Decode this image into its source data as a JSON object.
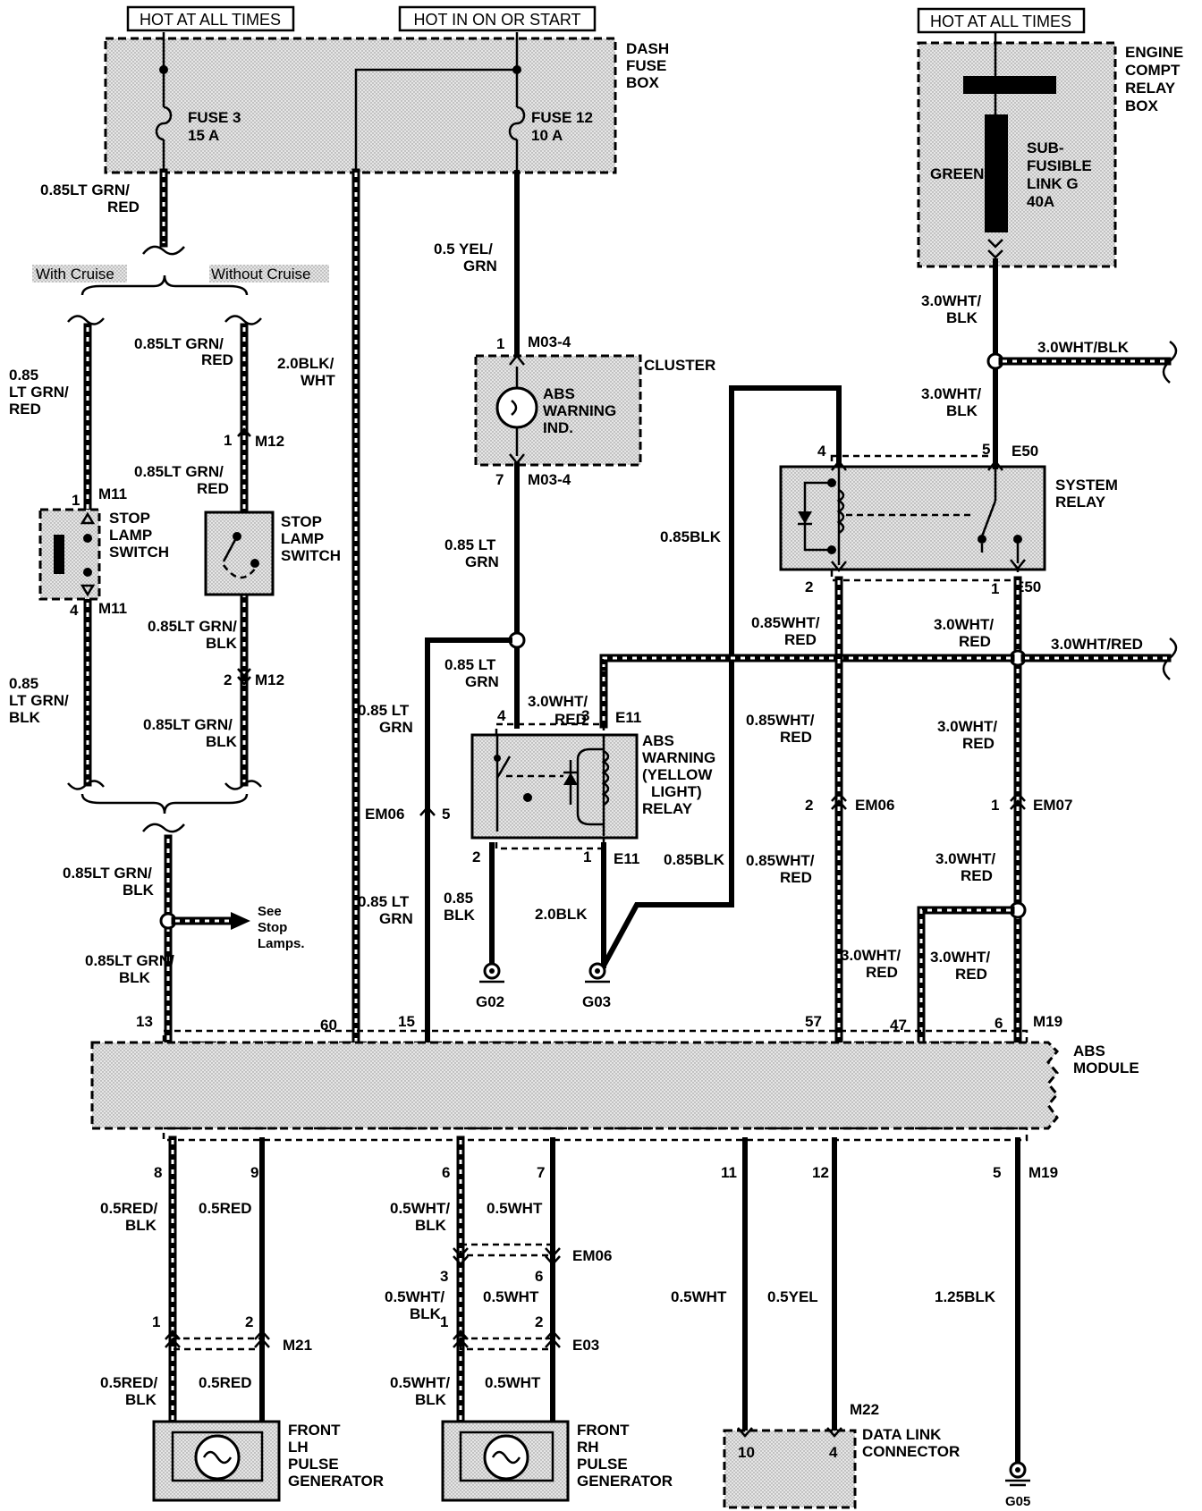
{
  "headers": {
    "h1": "HOT AT ALL TIMES",
    "h2": "HOT IN ON OR START",
    "h3": "HOT AT ALL TIMES"
  },
  "dash_fuse_box": {
    "name": [
      "DASH",
      "FUSE",
      "BOX"
    ],
    "fuse3": [
      "FUSE 3",
      "15 A"
    ],
    "fuse12": [
      "FUSE 12",
      "10 A"
    ]
  },
  "engine_relay_box": {
    "name": [
      "ENGINE",
      "COMPT",
      "RELAY",
      "BOX"
    ],
    "fusible": [
      "SUB-",
      "FUSIBLE",
      "LINK G",
      "40A"
    ],
    "color": "GREEN"
  },
  "cruise": {
    "with": "With Cruise",
    "without": "Without Cruise"
  },
  "components": {
    "cluster": "CLUSTER",
    "abs_ind": [
      "ABS",
      "WARNING",
      "IND."
    ],
    "stop_switch": [
      "STOP",
      "LAMP",
      "SWITCH"
    ],
    "system_relay": [
      "SYSTEM",
      "RELAY"
    ],
    "abs_relay": [
      "ABS",
      "WARNING",
      "(YELLOW",
      "LIGHT)",
      "RELAY"
    ],
    "abs_module": [
      "ABS",
      "MODULE"
    ],
    "see_stop": [
      "See",
      "Stop",
      "Lamps."
    ],
    "front_lh": [
      "FRONT",
      "LH",
      "PULSE",
      "GENERATOR"
    ],
    "front_rh": [
      "FRONT",
      "RH",
      "PULSE",
      "GENERATOR"
    ],
    "dlc": [
      "DATA LINK",
      "CONNECTOR"
    ]
  },
  "grounds": {
    "g02": "G02",
    "g03": "G03",
    "g05": "G05"
  },
  "connectors": {
    "m03": "M03-4",
    "m12": "M12",
    "m11": "M11",
    "e50": "E50",
    "e11": "E11",
    "em06": "EM06",
    "em07": "EM07",
    "m19": "M19",
    "m21": "M21",
    "e03": "E03",
    "m22": "M22"
  },
  "pins": {
    "p1": "1",
    "p2": "2",
    "p3": "3",
    "p4": "4",
    "p5": "5",
    "p6": "6",
    "p7": "7",
    "p8": "8",
    "p9": "9",
    "p10": "10",
    "p11": "11",
    "p12": "12",
    "p13": "13",
    "p15": "15",
    "p47": "47",
    "p57": "57",
    "p60": "60"
  },
  "wires": {
    "ltgrn_red_a": [
      "0.85LT GRN/",
      "RED"
    ],
    "ltgrn_red_b": [
      "0.85",
      "LT GRN/",
      "RED"
    ],
    "ltgrn_blk_a": [
      "0.85LT GRN/",
      "BLK"
    ],
    "ltgrn_blk_b": [
      "0.85",
      "LT GRN/",
      "BLK"
    ],
    "blk_wht": [
      "2.0BLK/",
      "WHT"
    ],
    "yel_grn": [
      "0.5 YEL/",
      "GRN"
    ],
    "ltgrn_s": [
      "0.85 LT",
      "GRN"
    ],
    "wht_blk_s": [
      "3.0WHT/",
      "BLK"
    ],
    "wht_blk_h": "3.0WHT/BLK",
    "blk085": "0.85BLK",
    "blk085b": [
      "0.85",
      "BLK"
    ],
    "blk20": "2.0BLK",
    "wht_red085": [
      "0.85WHT/",
      "RED"
    ],
    "wht_red30": [
      "3.0WHT/",
      "RED"
    ],
    "wht_red30_h": "3.0WHT/RED",
    "red_blk05": [
      "0.5RED/",
      "BLK"
    ],
    "red05": "0.5RED",
    "wht_blk05": [
      "0.5WHT/",
      "BLK"
    ],
    "wht05": "0.5WHT",
    "yel05": "0.5YEL",
    "blk125": "1.25BLK"
  }
}
